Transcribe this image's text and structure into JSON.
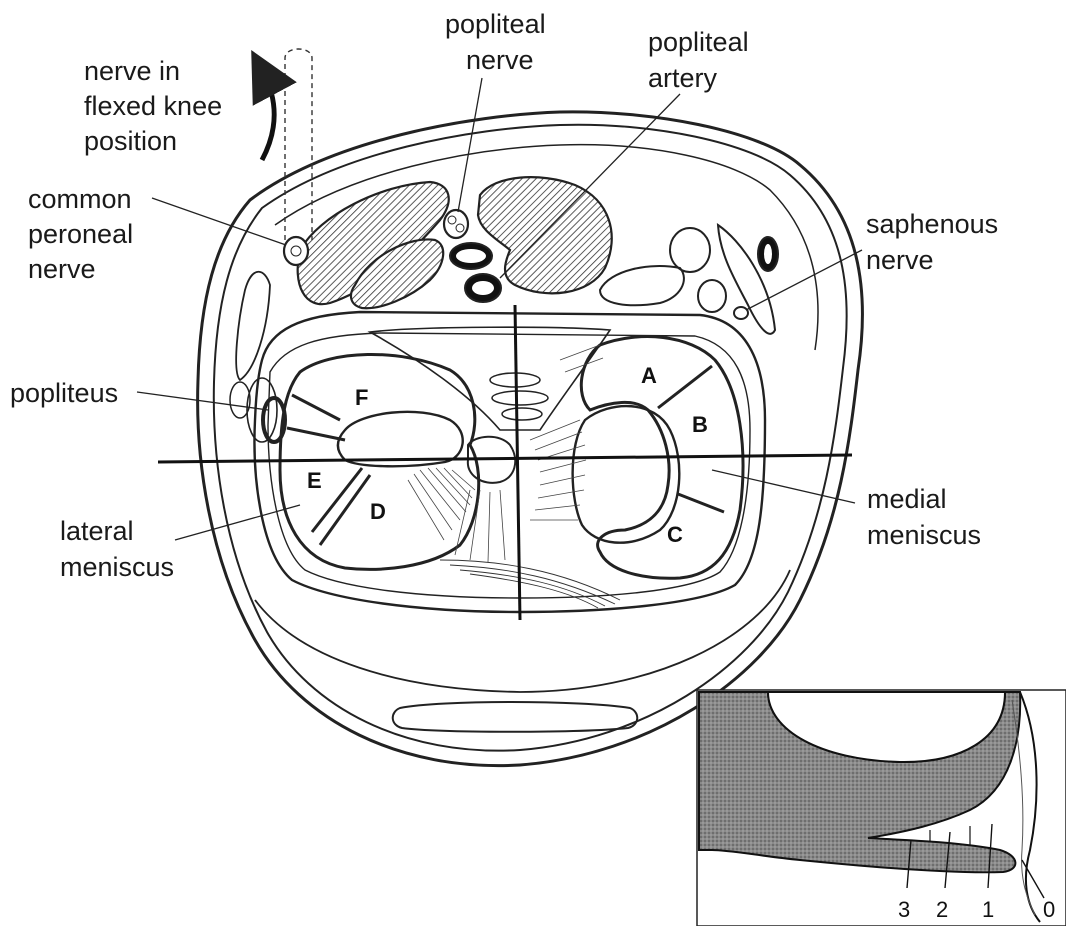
{
  "labels": {
    "nerve_flexed": [
      "nerve in",
      "flexed knee",
      "position"
    ],
    "popliteal_nerve": [
      "popliteal",
      "nerve"
    ],
    "popliteal_artery": [
      "popliteal",
      "artery"
    ],
    "common_peroneal": [
      "common",
      "peroneal",
      "nerve"
    ],
    "saphenous": [
      "saphenous",
      "nerve"
    ],
    "popliteus": "popliteus",
    "lateral_meniscus": [
      "lateral",
      "meniscus"
    ],
    "medial_meniscus": [
      "medial",
      "meniscus"
    ]
  },
  "zones": {
    "A": "A",
    "B": "B",
    "C": "C",
    "D": "D",
    "E": "E",
    "F": "F"
  },
  "inset_numbers": {
    "n3": "3",
    "n2": "2",
    "n1": "1",
    "n0": "0"
  }
}
